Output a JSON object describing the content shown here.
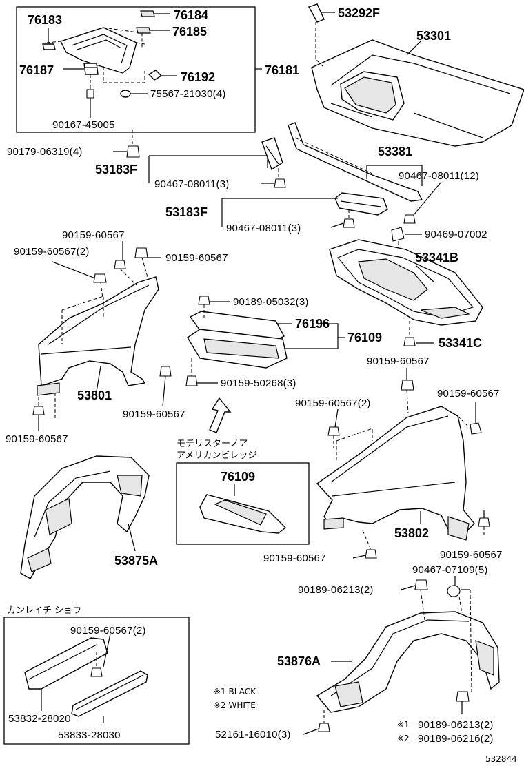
{
  "labels": {
    "p76183": "76183",
    "p76184": "76184",
    "p76185": "76185",
    "p76187": "76187",
    "p76192": "76192",
    "p76181": "76181",
    "p75567": "75567-21030(4)",
    "p90167": "90167-45005",
    "p90179": "90179-06319(4)",
    "p53183F_a": "53183F",
    "p90467_a": "90467-08011(3)",
    "p53292F": "53292F",
    "p53301": "53301",
    "p53381": "53381",
    "p90467_12": "90467-08011(12)",
    "p53183F_b": "53183F",
    "p90467_b": "90467-08011(3)",
    "p90469": "90469-07002",
    "p53341B": "53341B",
    "p90159_a": "90159-60567",
    "p90159_2a": "90159-60567(2)",
    "p90159_b": "90159-60567",
    "p90189_05032": "90189-05032(3)",
    "p76196": "76196",
    "p76109": "76109",
    "p53341C": "53341C",
    "p53801": "53801",
    "p90159_50268": "90159-50268(3)",
    "p90159_c": "90159-60567",
    "p90159_d": "90159-60567",
    "p90159_e": "90159-60567",
    "p90159_2b": "90159-60567(2)",
    "p90159_f": "90159-60567",
    "p53802": "53802",
    "p90159_g": "90159-60567",
    "p90159_h": "90159-60567",
    "p53875A": "53875A",
    "p76109_box": "76109",
    "p90467_07109": "90467-07109(5)",
    "p90189_06213_2": "90189-06213(2)",
    "p53876A": "53876A",
    "p90159_2c": "90159-60567(2)",
    "p53832": "53832-28020",
    "p53833": "53833-28030",
    "p52161": "52161-16010(3)",
    "p90189_06213_m1": "90189-06213(2)",
    "p90189_06216_m2": "90189-06216(2)"
  },
  "notes": {
    "modellista_line1": "モデリスターノア",
    "modellista_line2": "アメリカンビレッジ",
    "cold_region": "カンレイチ ショウ",
    "mark1": "※1",
    "mark2": "※2",
    "legend1": "※1 BLACK",
    "legend2": "※2 WHITE"
  },
  "diagram_id": "532844"
}
